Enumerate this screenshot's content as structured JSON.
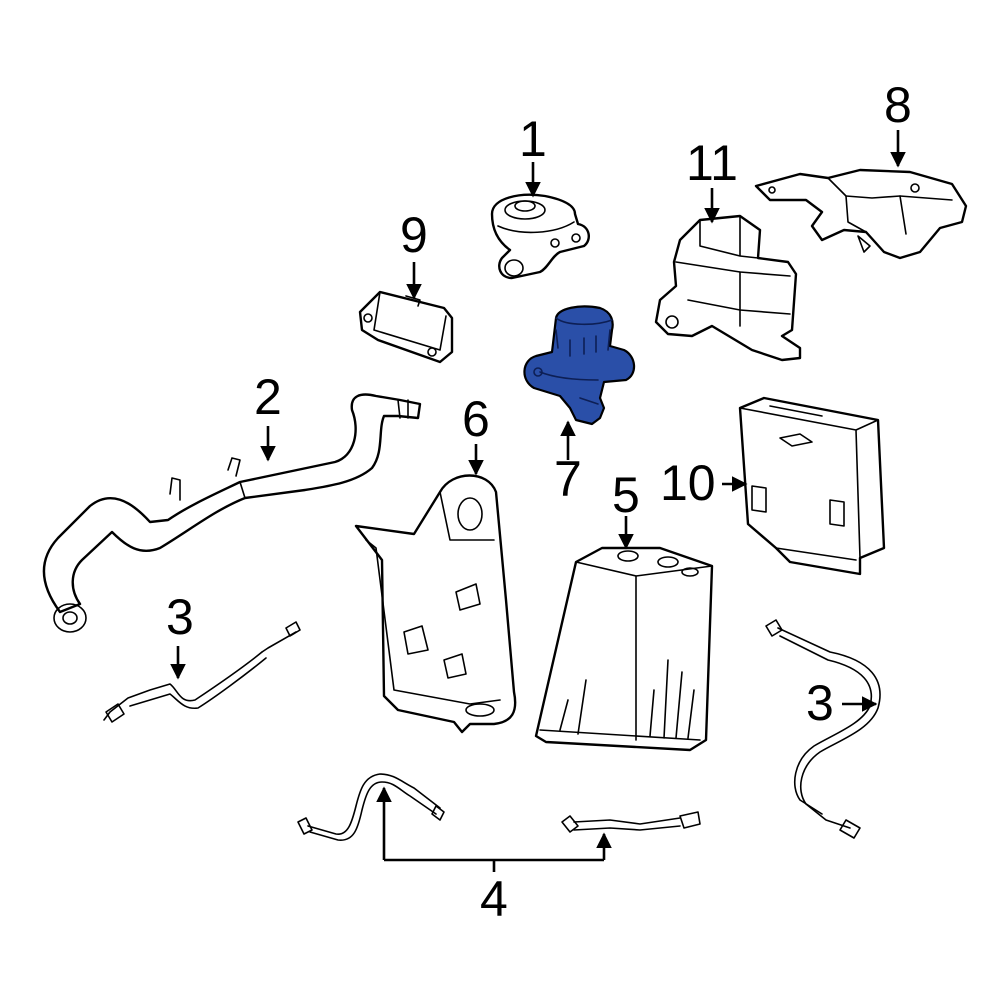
{
  "diagram": {
    "highlight_color": "#2a4fa8",
    "callouts": [
      {
        "id": "c1",
        "label": "1"
      },
      {
        "id": "c2",
        "label": "2"
      },
      {
        "id": "c3a",
        "label": "3"
      },
      {
        "id": "c3b",
        "label": "3"
      },
      {
        "id": "c4",
        "label": "4"
      },
      {
        "id": "c5",
        "label": "5"
      },
      {
        "id": "c6",
        "label": "6"
      },
      {
        "id": "c7",
        "label": "7"
      },
      {
        "id": "c8",
        "label": "8"
      },
      {
        "id": "c9",
        "label": "9"
      },
      {
        "id": "c10",
        "label": "10"
      },
      {
        "id": "c11",
        "label": "11"
      }
    ]
  }
}
